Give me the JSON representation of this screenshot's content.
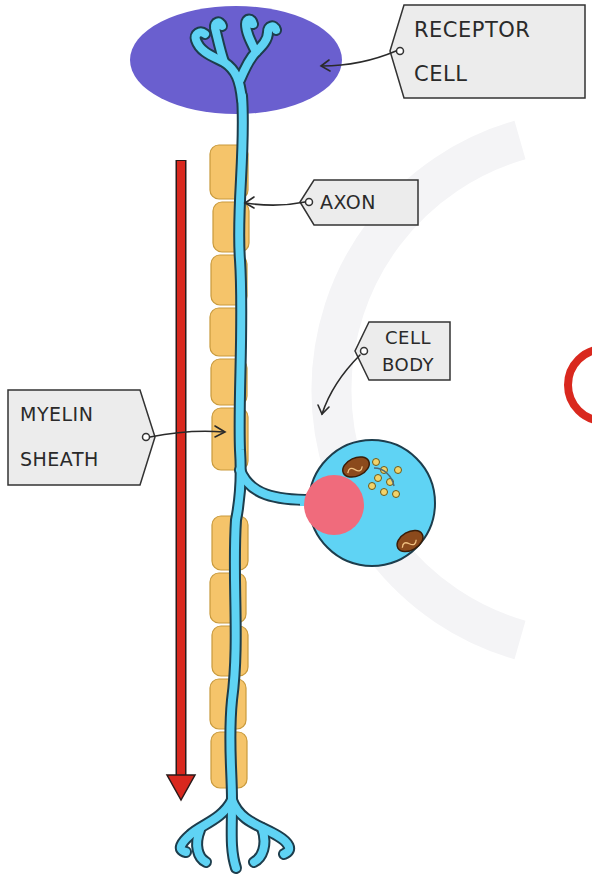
{
  "diagram": {
    "labels": [
      "RECEPTOR CELL",
      "AXON",
      "CELL BODY",
      "MYELIN SHEATH"
    ]
  }
}
